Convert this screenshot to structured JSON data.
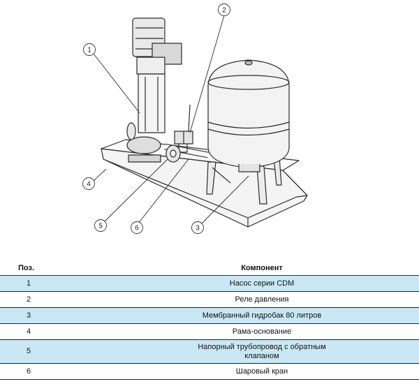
{
  "diagram": {
    "callouts": [
      "1",
      "2",
      "3",
      "4",
      "5",
      "6"
    ]
  },
  "table": {
    "header": {
      "position": "Поз.",
      "component": "Компонент"
    },
    "rows": [
      {
        "position": "1",
        "component": "Насос серии CDM"
      },
      {
        "position": "2",
        "component": "Реле давления"
      },
      {
        "position": "3",
        "component": "Мембранный гидробак 80 литров"
      },
      {
        "position": "4",
        "component": "Рама-основание"
      },
      {
        "position": "5",
        "component": "Напорный трубопровод с обратным клапаном"
      },
      {
        "position": "6",
        "component": "Шаровый кран"
      }
    ],
    "stripe_color": "#c9e8f4"
  }
}
